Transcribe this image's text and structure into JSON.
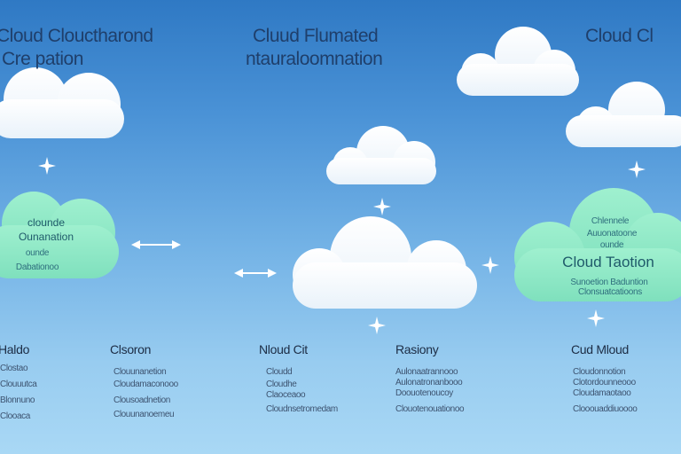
{
  "headlines": {
    "left_line1": "Cloud Clouctharond",
    "left_line2": "Cre pation",
    "center_line1": "Cluud Flumated",
    "center_line2": "ntauraloomnation",
    "right_line1": "Cloud Cl"
  },
  "panels": {
    "left": {
      "title_line1": "clounde",
      "title_line2": "Ounanation",
      "sub_line1": "ounde",
      "sub_line2": "Dabationoo"
    },
    "right": {
      "sub_line1": "Chlennele",
      "sub_line2": "Auuonatoone",
      "sub_line3": "ounde",
      "title": "Cloud Taotion",
      "sub_line4": "Sunoetion Baduntion",
      "sub_line5": "Clonsuatcatioons"
    }
  },
  "columns": [
    {
      "heading": "Haldo",
      "lines": [
        "Clostao",
        "Clouuutca",
        "Blonnuno",
        "Clooaca"
      ]
    },
    {
      "heading": "Clsoron",
      "lines": [
        "Clouunanetion",
        "Cloudamaconooo",
        "Clousoadnetion",
        "Clouunanoemeu"
      ]
    },
    {
      "heading": "Nloud Cit",
      "lines": [
        "Cloudd",
        "Cloudhe",
        "Claoceaoo",
        "Cloudnsetromedam"
      ]
    },
    {
      "heading": "Rasiony",
      "lines": [
        "Aulonaatrannooo",
        "Aulonatronanbooo",
        "Doouotenoucoy",
        "Clouotenouationoo"
      ]
    },
    {
      "heading": "Cud Mloud",
      "lines": [
        "Cloudonnotion",
        "Clotordounneooo",
        "Cloudamaotaoo",
        "Clooouaddiuoooo"
      ]
    }
  ],
  "colors": {
    "sky_top": "#2f79c4",
    "sky_bottom": "#a9d8f5",
    "cloud_white": "#ffffff",
    "mint_panel": "#8de8c4",
    "headline_text": "#1f3f6b"
  },
  "icons": [
    "sparkle-icon",
    "double-arrow-icon",
    "cloud-icon"
  ]
}
